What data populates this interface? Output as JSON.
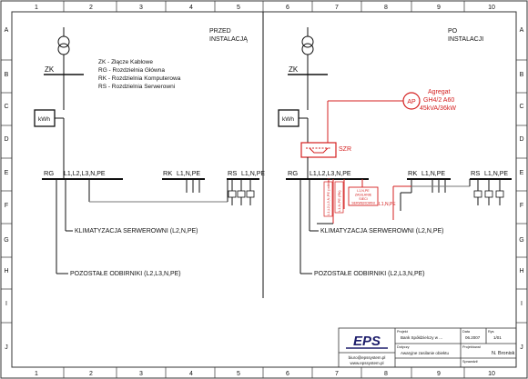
{
  "frame": {
    "columns": [
      "1",
      "2",
      "3",
      "4",
      "5",
      "6",
      "7",
      "8",
      "9",
      "10"
    ],
    "rows": [
      "A",
      "B",
      "C",
      "D",
      "E",
      "F",
      "G",
      "H",
      "I",
      "J"
    ]
  },
  "before": {
    "title_line1": "PRZED",
    "title_line2": "INSTALACJĄ",
    "zk_label": "ZK",
    "kwh_label": "kWh",
    "legend": [
      "ZK - Złącze Kablowe",
      "RG - Rozdzielnia Główna",
      "RK - Rozdzielnia Komputerowa",
      "RS - Rozdzielnia Serwerowni"
    ],
    "rg_label": "RG",
    "rg_phases": "L1,L2,L3,N,PE",
    "rk_label": "RK",
    "rk_phases": "L1,N,PE",
    "rs_label": "RS",
    "rs_phases": "L1,N,PE",
    "circuit1": "KLIMATYZACJA SERWEROWNI (L2,N,PE)",
    "circuit2": "POZOSTAŁE ODBIRNIKI (L2,L3,N,PE)"
  },
  "after": {
    "title_line1": "PO",
    "title_line2": "INSTALACJI",
    "zk_label": "ZK",
    "kwh_label": "kWh",
    "ap_label": "AP",
    "generator_lines": [
      "Agregat",
      "GH4/2 A60",
      "45kVA/36kW"
    ],
    "szr_label": "SZR",
    "rg_label": "RG",
    "rg_phases": "L1,L2,L3,N,PE",
    "rk_label": "RK",
    "rk_phases": "L1,N,PE",
    "rs_label": "RS",
    "rs_phases": "L1,N,PE",
    "vertical_a": "L1,L2,L3,N,PE (odbiór)",
    "vertical_b": "L1,N,PE (Rk)",
    "small_box_lines": [
      "L1,N,PE",
      "ZASILANIE",
      "SIECI",
      "SERWEROWNI"
    ],
    "l1npe_label": "L1,N,PE",
    "circuit1": "KLIMATYZACJA SERWEROWNI (L2,N,PE)",
    "circuit2": "POZOSTAŁE ODBIRNIKI (L2,L3,N,PE)"
  },
  "title_block": {
    "logo": "EPS",
    "email": "biuro@epssystem.pl",
    "website": "www.epssystem.pl",
    "project_label": "Projekt",
    "project_value": "Bank Spółdzielczy w ...",
    "data_label": "Data",
    "data_value": "06.2007",
    "rys_label": "Rys",
    "rys_value": "1/01",
    "projektowal_label": "Projektował",
    "projektowal_value": "N. Bronisk",
    "dotyczy_label": "Dotyczy",
    "dotyczy_value": "Awaryjne zasilanie obiektu",
    "sprawdzil_label": "Sprawdził"
  },
  "colors": {
    "ink": "#111111",
    "accent": "#d42020",
    "frame": "#333333"
  }
}
